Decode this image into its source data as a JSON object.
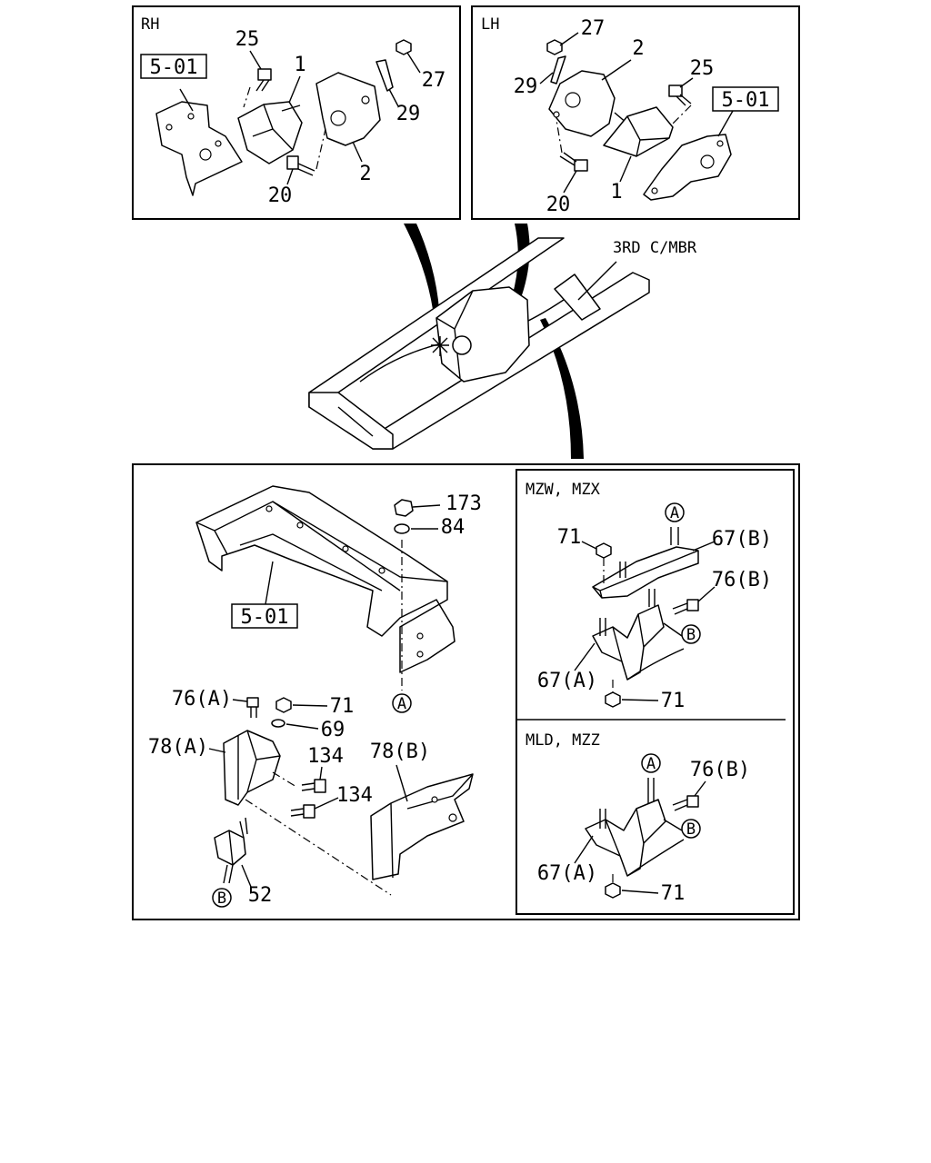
{
  "panels": {
    "rh": {
      "title": "RH",
      "ref_box": "5-01",
      "labels": {
        "p25": "25",
        "p1": "1",
        "p27": "27",
        "p29": "29",
        "p2": "2",
        "p20": "20"
      }
    },
    "lh": {
      "title": "LH",
      "ref_box": "5-01",
      "labels": {
        "p27": "27",
        "p2": "2",
        "p29": "29",
        "p25": "25",
        "p1": "1",
        "p20": "20"
      }
    },
    "frame_view": {
      "label_crossmember": "3RD C/MBR"
    },
    "bottom": {
      "ref_box": "5-01",
      "labels": {
        "p173": "173",
        "p84": "84",
        "pA": "A",
        "p76a": "76(A)",
        "p71": "71",
        "p69": "69",
        "p78a": "78(A)",
        "p134a": "134",
        "p134b": "134",
        "p78b": "78(B)",
        "pB": "B",
        "p52": "52"
      }
    },
    "mzw": {
      "title": "MZW, MZX",
      "labels": {
        "pA": "A",
        "p71a": "71",
        "p67b": "67(B)",
        "p76b": "76(B)",
        "pB": "B",
        "p67a": "67(A)",
        "p71b": "71"
      }
    },
    "mld": {
      "title": "MLD, MZZ",
      "labels": {
        "pA": "A",
        "p76b": "76(B)",
        "pB": "B",
        "p67a": "67(A)",
        "p71": "71"
      }
    }
  }
}
